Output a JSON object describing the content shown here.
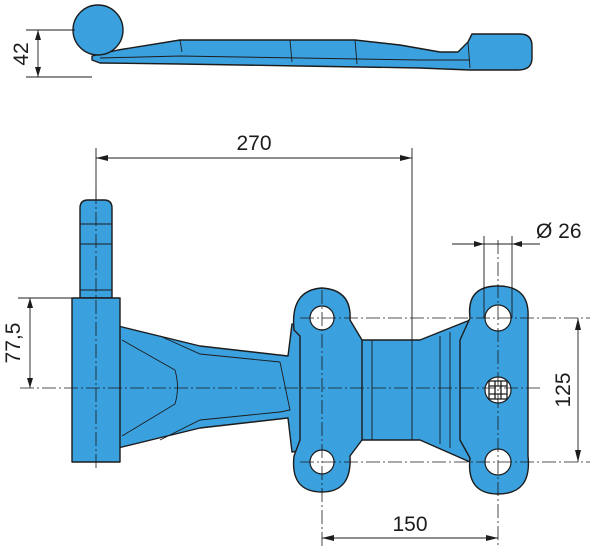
{
  "dimensions": {
    "height_side": "42",
    "length": "270",
    "hole_diameter": "Ø 26",
    "pin_offset": "77,5",
    "hole_vertical": "125",
    "hole_horizontal": "150"
  },
  "colors": {
    "part_fill": "#3aa0de",
    "line": "#1c1c1c",
    "background": "#ffffff"
  },
  "logo": {
    "icon": "manufacturer-stamp-icon"
  }
}
